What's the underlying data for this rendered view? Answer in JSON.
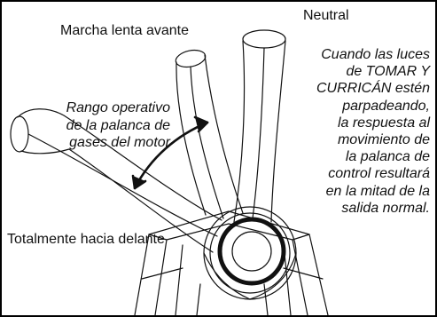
{
  "labels": {
    "neutral": "Neutral",
    "slow_forward": "Marcha lenta avante",
    "full_forward": "Totalmente hacia delante",
    "operating_range": [
      "Rango operativo",
      "de la palanca de",
      "gases del motor"
    ]
  },
  "note": {
    "lines": [
      "Cuando las luces",
      "de TOMAR Y",
      "CURRICÁN estén",
      "parpadeando,",
      "la respuesta al",
      "movimiento de",
      "la palanca de",
      "control resultará",
      "en la mitad de la",
      "salida normal."
    ]
  },
  "colors": {
    "line": "#111111",
    "background": "#ffffff"
  }
}
